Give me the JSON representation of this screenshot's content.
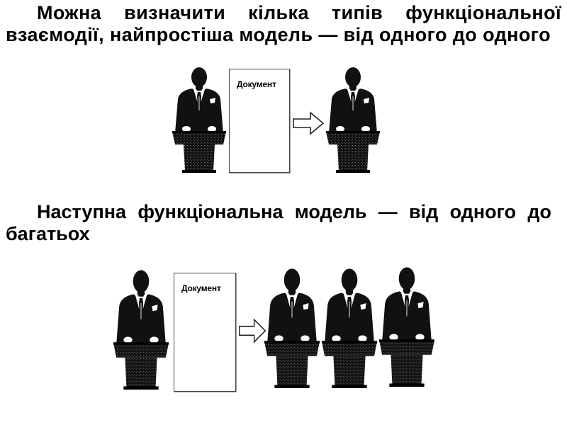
{
  "paragraphs": {
    "one_to_one": "Можна визначити кілька типів функціональної взаємодії, найпростіша модель — від одного до одного",
    "one_to_many": "Наступна функціональна модель — від одного до багатьох"
  },
  "diagrams": {
    "one_to_one": {
      "document_label": "Документ",
      "sender_icon": "speaker-at-podium-icon",
      "arrow_icon": "hollow-right-arrow-icon",
      "receiver_icon": "speaker-at-podium-icon"
    },
    "one_to_many": {
      "document_label": "Документ",
      "sender_icon": "speaker-at-podium-icon",
      "arrow_icon": "hollow-right-arrow-icon",
      "receiver_icons": [
        "speaker-at-podium-icon",
        "speaker-at-podium-icon",
        "speaker-at-podium-icon"
      ]
    }
  }
}
